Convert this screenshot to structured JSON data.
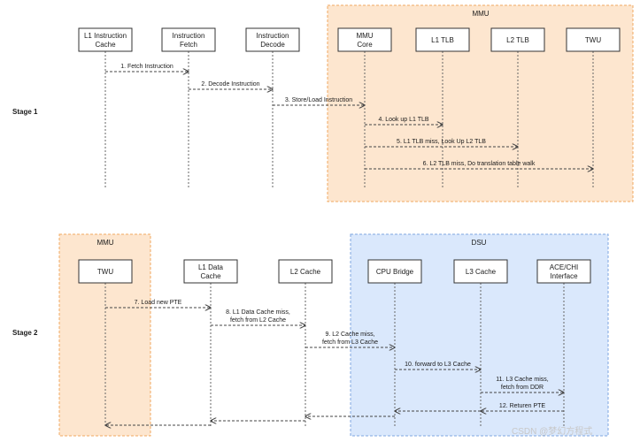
{
  "colors": {
    "mmu_fill": "#fde6cf",
    "mmu_border": "#f0a860",
    "dsu_fill": "#dae8fc",
    "dsu_border": "#7ea6e0",
    "box_fill": "#ffffff",
    "box_border": "#333333",
    "line": "#444444"
  },
  "stage1": {
    "label": "Stage 1",
    "group": {
      "title": "MMU"
    },
    "participants": [
      {
        "id": "l1ic",
        "lines": [
          "L1 Instruction",
          "Cache"
        ]
      },
      {
        "id": "if",
        "lines": [
          "Instruction",
          "Fetch"
        ]
      },
      {
        "id": "id",
        "lines": [
          "Instruction",
          "Decode"
        ]
      },
      {
        "id": "mmu",
        "lines": [
          "MMU",
          "Core"
        ]
      },
      {
        "id": "l1tlb",
        "lines": [
          "L1 TLB"
        ]
      },
      {
        "id": "l2tlb",
        "lines": [
          "L2 TLB"
        ]
      },
      {
        "id": "twu",
        "lines": [
          "TWU"
        ]
      }
    ],
    "messages": [
      {
        "label": [
          "1. Fetch Instruction"
        ],
        "from": "l1ic",
        "to": "if"
      },
      {
        "label": [
          "2. Decode Instruction"
        ],
        "from": "if",
        "to": "id"
      },
      {
        "label": [
          "3. Store/Load Instruction"
        ],
        "from": "id",
        "to": "mmu"
      },
      {
        "label": [
          "4. Look up L1 TLB"
        ],
        "from": "mmu",
        "to": "l1tlb"
      },
      {
        "label": [
          "5. L1 TLB miss, Look Up L2 TLB"
        ],
        "from": "mmu",
        "to": "l2tlb"
      },
      {
        "label": [
          "6. L2 TLB miss, Do translation table walk"
        ],
        "from": "mmu",
        "to": "twu"
      }
    ]
  },
  "stage2": {
    "label": "Stage 2",
    "groups": [
      {
        "id": "mmu",
        "title": "MMU"
      },
      {
        "id": "dsu",
        "title": "DSU"
      }
    ],
    "participants": [
      {
        "id": "twu",
        "lines": [
          "TWU"
        ]
      },
      {
        "id": "l1dc",
        "lines": [
          "L1 Data",
          "Cache"
        ]
      },
      {
        "id": "l2c",
        "lines": [
          "L2 Cache"
        ]
      },
      {
        "id": "cpub",
        "lines": [
          "CPU Bridge"
        ]
      },
      {
        "id": "l3c",
        "lines": [
          "L3 Cache"
        ]
      },
      {
        "id": "ace",
        "lines": [
          "ACE/CHI",
          "Interface"
        ]
      }
    ],
    "messages": [
      {
        "label": [
          "7. Load new PTE"
        ],
        "from": "twu",
        "to": "l1dc"
      },
      {
        "label": [
          "8. L1 Data Cache miss,",
          "fetch from L2 Cache"
        ],
        "from": "l1dc",
        "to": "l2c"
      },
      {
        "label": [
          "9. L2 Cache miss,",
          "fetch from L3 Cache"
        ],
        "from": "l2c",
        "to": "cpub"
      },
      {
        "label": [
          "10. forward to L3 Cache"
        ],
        "from": "cpub",
        "to": "l3c"
      },
      {
        "label": [
          "11. L3 Cache miss,",
          "fetch from DDR"
        ],
        "from": "l3c",
        "to": "ace"
      },
      {
        "label": [
          "12. Returen PTE"
        ],
        "from": "ace",
        "to": "l3c"
      },
      {
        "label": [],
        "from": "l3c",
        "to": "cpub"
      },
      {
        "label": [],
        "from": "cpub",
        "to": "l2c"
      },
      {
        "label": [],
        "from": "l2c",
        "to": "l1dc"
      },
      {
        "label": [],
        "from": "l1dc",
        "to": "twu"
      }
    ]
  },
  "watermark": "CSDN @梦幻方程式"
}
